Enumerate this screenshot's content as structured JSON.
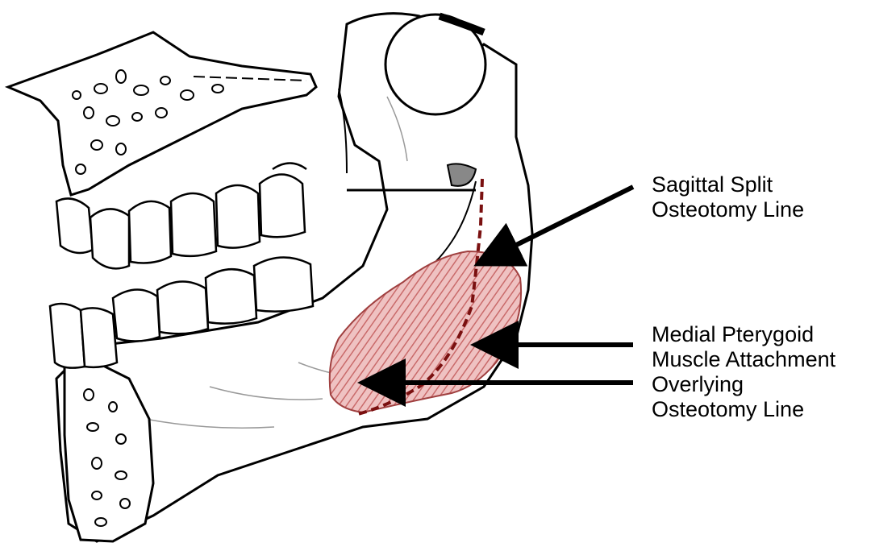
{
  "labels": {
    "sagittal_split": [
      "Sagittal Split",
      "Osteotomy Line"
    ],
    "medial_pterygoid": [
      "Medial Pterygoid",
      "Muscle Attachment",
      "Overlying",
      "Osteotomy Line"
    ]
  },
  "colors": {
    "ink": "#000000",
    "muscle_fill": "#e8a9a9",
    "muscle_hatch": "#c05a5a",
    "osteotomy": "#7a1010"
  }
}
